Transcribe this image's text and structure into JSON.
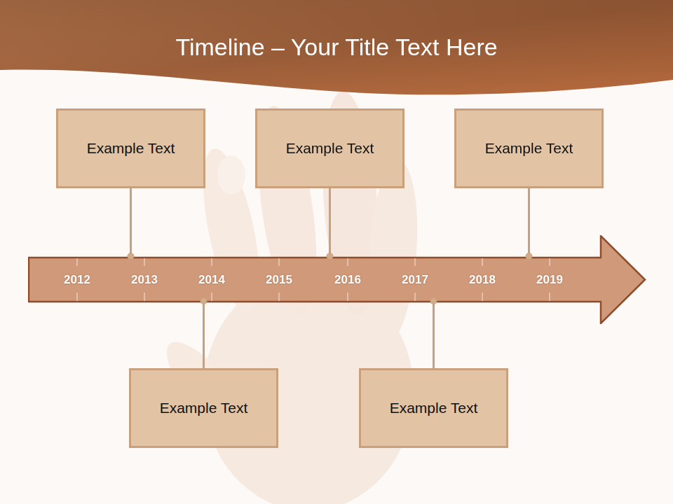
{
  "diagram": {
    "title": "Timeline – Your Title Text Here",
    "nodes": [
      {
        "text": [
          "Example Text"
        ]
      },
      {
        "text": [
          "Example Text"
        ]
      },
      {
        "text": [
          "Example Text"
        ]
      },
      {
        "text": [
          "2012",
          "2013",
          "2014",
          "2015",
          "2016",
          "2017",
          "2018",
          "2019"
        ]
      },
      {
        "text": [
          "Example Text"
        ]
      },
      {
        "text": [
          "Example Text"
        ]
      }
    ],
    "edges": [
      {
        "from": 0,
        "to": 3,
        "arrow": "none"
      },
      {
        "from": 1,
        "to": 3,
        "arrow": "none"
      },
      {
        "from": 2,
        "to": 3,
        "arrow": "none"
      },
      {
        "from": 4,
        "to": 3,
        "arrow": "none"
      },
      {
        "from": 5,
        "to": 3,
        "arrow": "none"
      }
    ]
  }
}
